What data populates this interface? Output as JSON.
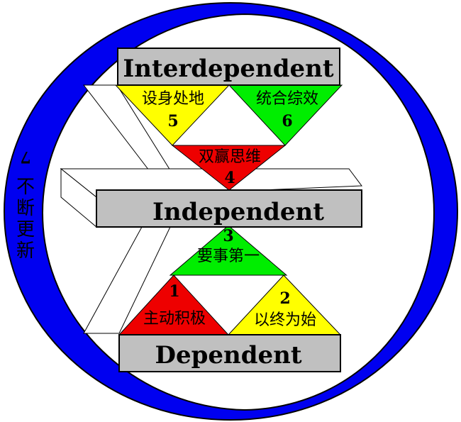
{
  "colors": {
    "ring": "#0000f0",
    "bar": "#c0c0c0",
    "yellow": "#ffff00",
    "green": "#00ee00",
    "red": "#ee0000",
    "outline": "#000000"
  },
  "levels": {
    "interdependent": "Interdependent",
    "independent": "Independent",
    "dependent": "Dependent"
  },
  "habits": [
    {
      "num": "1",
      "label": "主动积极",
      "color": "red"
    },
    {
      "num": "2",
      "label": "以终为始",
      "color": "yellow"
    },
    {
      "num": "3",
      "label": "要事第一",
      "color": "green"
    },
    {
      "num": "4",
      "label": "双赢思维",
      "color": "red"
    },
    {
      "num": "5",
      "label": "设身处地",
      "color": "yellow"
    },
    {
      "num": "6",
      "label": "统合综效",
      "color": "green"
    }
  ],
  "renewal": {
    "num": "7",
    "chars": [
      "不",
      "断",
      "更",
      "新"
    ]
  }
}
